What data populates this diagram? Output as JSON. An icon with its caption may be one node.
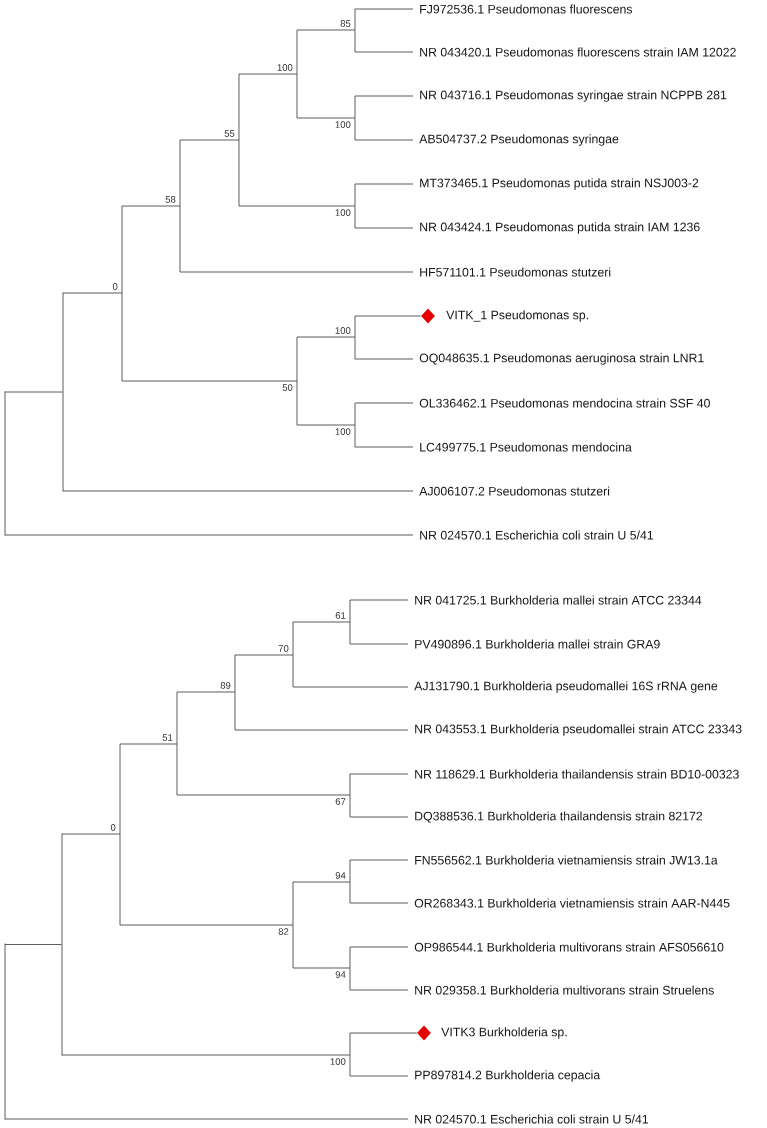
{
  "diagram": {
    "nodes": [
      {
        "text": [
          "FJ972536.1 Pseudomonas fluorescens"
        ]
      },
      {
        "text": [
          "NR 043420.1 Pseudomonas fluorescens strain IAM 12022"
        ]
      },
      {
        "text": [
          "NR 043716.1 Pseudomonas syringae strain NCPPB 281"
        ]
      },
      {
        "text": [
          "AB504737.2 Pseudomonas syringae"
        ]
      },
      {
        "text": [
          "MT373465.1 Pseudomonas putida strain NSJ003-2"
        ]
      },
      {
        "text": [
          "NR 043424.1 Pseudomonas putida strain IAM 1236"
        ]
      },
      {
        "text": [
          "HF571101.1 Pseudomonas stutzeri"
        ]
      },
      {
        "text": [],
        "shape": "diamond"
      },
      {
        "text": [
          "VITK_1 Pseudomonas sp."
        ]
      },
      {
        "text": [
          "OQ048635.1 Pseudomonas aeruginosa strain LNR1"
        ]
      },
      {
        "text": [
          "OL336462.1 Pseudomonas mendocina strain SSF 40"
        ]
      },
      {
        "text": [
          "LC499775.1 Pseudomonas mendocina"
        ]
      },
      {
        "text": [
          "AJ006107.2 Pseudomonas stutzeri"
        ]
      },
      {
        "text": [
          "NR 024570.1 Escherichia coli strain U 5/41"
        ]
      },
      {
        "text": [
          "85"
        ]
      },
      {
        "text": [
          "100"
        ]
      },
      {
        "text": [
          "100"
        ]
      },
      {
        "text": [
          "55"
        ]
      },
      {
        "text": [
          "100"
        ]
      },
      {
        "text": [
          "58"
        ]
      },
      {
        "text": [
          "0"
        ]
      },
      {
        "text": [
          "100"
        ]
      },
      {
        "text": [
          "50"
        ]
      },
      {
        "text": [
          "100"
        ]
      },
      {
        "text": [],
        "shape": "bar"
      },
      {
        "text": [],
        "shape": "bar"
      },
      {
        "text": [
          "NR 041725.1 Burkholderia mallei strain ATCC 23344"
        ]
      },
      {
        "text": [
          "PV490896.1 Burkholderia mallei strain GRA9"
        ]
      },
      {
        "text": [
          "AJ131790.1 Burkholderia pseudomallei 16S rRNA gene"
        ]
      },
      {
        "text": [
          "NR 043553.1 Burkholderia pseudomallei strain ATCC 23343"
        ]
      },
      {
        "text": [
          "NR 118629.1 Burkholderia thailandensis strain BD10-00323"
        ]
      },
      {
        "text": [
          "DQ388536.1 Burkholderia thailandensis strain 82172"
        ]
      },
      {
        "text": [
          "FN556562.1 Burkholderia vietnamiensis strain JW13.1a"
        ]
      },
      {
        "text": [
          "OR268343.1 Burkholderia vietnamiensis strain AAR-N445"
        ]
      },
      {
        "text": [
          "OP986544.1 Burkholderia multivorans strain AFS056610"
        ]
      },
      {
        "text": [
          "NR 029358.1 Burkholderia multivorans strain Struelens"
        ]
      },
      {
        "text": [],
        "shape": "diamond"
      },
      {
        "text": [
          "VITK3 Burkholderia sp."
        ]
      },
      {
        "text": [
          "PP897814.2 Burkholderia cepacia"
        ]
      },
      {
        "text": [
          "NR 024570.1 Escherichia coli strain U 5/41"
        ]
      },
      {
        "text": [
          "61"
        ]
      },
      {
        "text": [
          "70"
        ]
      },
      {
        "text": [
          "89"
        ]
      },
      {
        "text": [
          "67"
        ]
      },
      {
        "text": [
          "51"
        ]
      },
      {
        "text": [
          "94"
        ]
      },
      {
        "text": [
          "94"
        ]
      },
      {
        "text": [
          "82"
        ]
      },
      {
        "text": [
          "0"
        ]
      },
      {
        "text": [
          "100"
        ]
      },
      {
        "text": [],
        "shape": "bar"
      },
      {
        "text": [],
        "shape": "bar"
      }
    ],
    "edges": [
      {
        "from": 14,
        "to": 0,
        "arrow": "none"
      },
      {
        "from": 14,
        "to": 1,
        "arrow": "none"
      },
      {
        "from": 16,
        "to": 2,
        "arrow": "none"
      },
      {
        "from": 16,
        "to": 3,
        "arrow": "none"
      },
      {
        "from": 15,
        "to": 14,
        "arrow": "none"
      },
      {
        "from": 15,
        "to": 16,
        "arrow": "none"
      },
      {
        "from": 18,
        "to": 4,
        "arrow": "none"
      },
      {
        "from": 18,
        "to": 5,
        "arrow": "none"
      },
      {
        "from": 17,
        "to": 15,
        "arrow": "none"
      },
      {
        "from": 17,
        "to": 18,
        "arrow": "none"
      },
      {
        "from": 19,
        "to": 17,
        "arrow": "none"
      },
      {
        "from": 19,
        "to": 6,
        "arrow": "none"
      },
      {
        "from": 21,
        "to": 7,
        "arrow": "none"
      },
      {
        "from": 21,
        "to": 9,
        "arrow": "none"
      },
      {
        "from": 23,
        "to": 10,
        "arrow": "none"
      },
      {
        "from": 23,
        "to": 11,
        "arrow": "none"
      },
      {
        "from": 22,
        "to": 21,
        "arrow": "none"
      },
      {
        "from": 22,
        "to": 23,
        "arrow": "none"
      },
      {
        "from": 20,
        "to": 19,
        "arrow": "none"
      },
      {
        "from": 20,
        "to": 22,
        "arrow": "none"
      },
      {
        "from": 24,
        "to": 20,
        "arrow": "none"
      },
      {
        "from": 24,
        "to": 12,
        "arrow": "none"
      },
      {
        "from": 25,
        "to": 24,
        "arrow": "none"
      },
      {
        "from": 25,
        "to": 13,
        "arrow": "none"
      },
      {
        "from": 40,
        "to": 26,
        "arrow": "none"
      },
      {
        "from": 40,
        "to": 27,
        "arrow": "none"
      },
      {
        "from": 41,
        "to": 40,
        "arrow": "none"
      },
      {
        "from": 41,
        "to": 28,
        "arrow": "none"
      },
      {
        "from": 42,
        "to": 41,
        "arrow": "none"
      },
      {
        "from": 42,
        "to": 29,
        "arrow": "none"
      },
      {
        "from": 43,
        "to": 30,
        "arrow": "none"
      },
      {
        "from": 43,
        "to": 31,
        "arrow": "none"
      },
      {
        "from": 44,
        "to": 42,
        "arrow": "none"
      },
      {
        "from": 44,
        "to": 43,
        "arrow": "none"
      },
      {
        "from": 45,
        "to": 32,
        "arrow": "none"
      },
      {
        "from": 45,
        "to": 33,
        "arrow": "none"
      },
      {
        "from": 46,
        "to": 34,
        "arrow": "none"
      },
      {
        "from": 46,
        "to": 35,
        "arrow": "none"
      },
      {
        "from": 47,
        "to": 45,
        "arrow": "none"
      },
      {
        "from": 47,
        "to": 46,
        "arrow": "none"
      },
      {
        "from": 48,
        "to": 44,
        "arrow": "none"
      },
      {
        "from": 48,
        "to": 47,
        "arrow": "none"
      },
      {
        "from": 49,
        "to": 36,
        "arrow": "none"
      },
      {
        "from": 49,
        "to": 38,
        "arrow": "none"
      },
      {
        "from": 50,
        "to": 48,
        "arrow": "none"
      },
      {
        "from": 50,
        "to": 49,
        "arrow": "none"
      },
      {
        "from": 51,
        "to": 50,
        "arrow": "none"
      },
      {
        "from": 51,
        "to": 39,
        "arrow": "none"
      }
    ]
  }
}
